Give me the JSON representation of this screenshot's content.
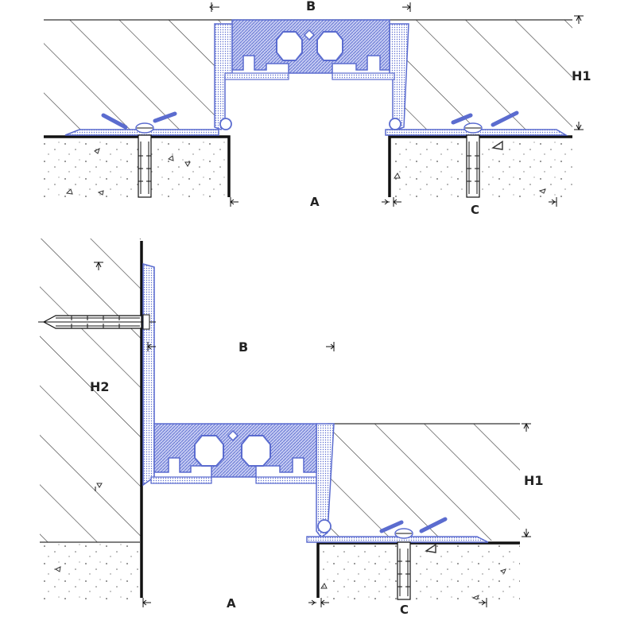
{
  "colors": {
    "profile": "#5b6ccf",
    "profile_fill": "#c5cbf2",
    "line": "#111111",
    "hatch": "#333333",
    "background": "#ffffff"
  },
  "top_detail": {
    "label_b": "B",
    "label_h1": "H1",
    "label_a": "A",
    "label_c": "C"
  },
  "bottom_detail": {
    "label_b": "B",
    "label_h2": "H2",
    "label_h1": "H1",
    "label_a": "A",
    "label_c": "C"
  }
}
